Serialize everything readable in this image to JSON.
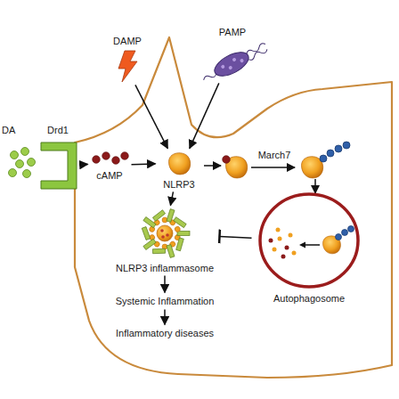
{
  "diagram": {
    "nodes": [
      {
        "text": [
          "DAMP"
        ]
      },
      {
        "text": [
          "PAMP"
        ]
      },
      {
        "text": [
          "DA"
        ]
      },
      {
        "text": [
          "Drd1"
        ]
      },
      {
        "text": [
          "cAMP"
        ]
      },
      {
        "text": [
          "NLRP3"
        ]
      },
      {
        "text": [
          "NLRP3 inflammasome"
        ]
      },
      {
        "text": [
          "Autophagosome"
        ]
      },
      {
        "text": [
          "Systemic Inflammation"
        ]
      },
      {
        "text": [
          "Inflammatory diseases"
        ]
      }
    ],
    "edges": [
      {
        "from": 3,
        "to": 4,
        "arrow": "to"
      },
      {
        "from": 4,
        "to": 5,
        "arrow": "to"
      },
      {
        "from": 0,
        "to": 5,
        "arrow": "to"
      },
      {
        "from": 1,
        "to": 5,
        "arrow": "to"
      },
      {
        "from": 5,
        "to": 6,
        "arrow": "to"
      },
      {
        "from": 7,
        "to": 6,
        "arrow": "to"
      },
      {
        "from": 6,
        "to": 8,
        "arrow": "to"
      },
      {
        "from": 8,
        "to": 9,
        "arrow": "to"
      }
    ],
    "labels": [
      "March7"
    ]
  }
}
